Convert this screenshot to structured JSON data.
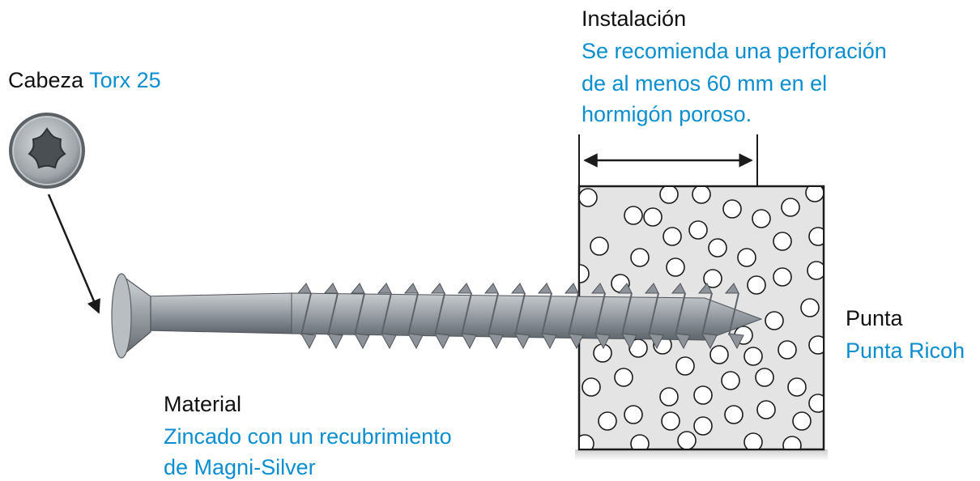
{
  "head": {
    "label": "Cabeza",
    "value": "Torx 25"
  },
  "installation": {
    "label": "Instalación",
    "lines": [
      "Se recomienda una perforación",
      "de al menos 60 mm en el",
      "hormigón poroso."
    ]
  },
  "tip": {
    "label": "Punta",
    "value": "Punta Ricoh"
  },
  "material": {
    "label": "Material",
    "lines": [
      "Zincado con un recubrimiento",
      "de Magni-Silver"
    ]
  },
  "colors": {
    "accent": "#0a8ed0",
    "text": "#111111",
    "concrete": "#e4e4e4",
    "screw": "#9aa0a6"
  },
  "icons": [
    "torx-head-icon",
    "screw-illustration",
    "concrete-block-illustration",
    "dimension-arrow",
    "pointer-arrow"
  ]
}
